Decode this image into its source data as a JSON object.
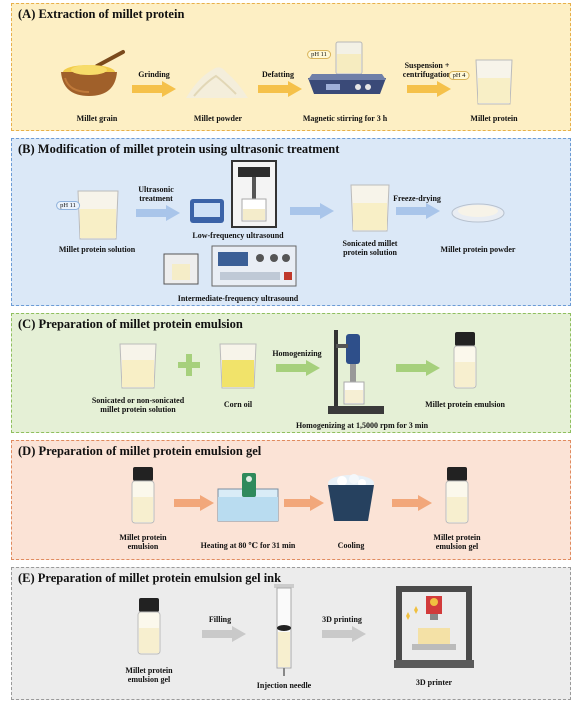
{
  "panels": {
    "a": {
      "title": "(A) Extraction of millet protein",
      "grinding": "Grinding",
      "defatting": "Defatting",
      "suspension": "Suspension +",
      "centrifugation": "centrifugation",
      "ph11": "pH 11",
      "ph4": "pH 4",
      "millet_grain": "Millet grain",
      "millet_powder": "Millet powder",
      "magnetic": "Magnetic stirring for 3 h",
      "millet_protein": "Millet protein"
    },
    "b": {
      "title": "(B) Modification of millet protein using ultrasonic treatment",
      "ph11": "pH 11",
      "ultrasonic_1": "Ultrasonic",
      "ultrasonic_2": "treatment",
      "solution": "Millet protein solution",
      "low_freq": "Low-frequency ultrasound",
      "intermediate": "Intermediate-frequency ultrasound",
      "sonicated_1": "Sonicated millet",
      "sonicated_2": "protein solution",
      "freeze": "Freeze-drying",
      "powder": "Millet protein powder"
    },
    "c": {
      "title": "(C) Preparation of millet protein emulsion",
      "sonicated_1": "Sonicated or non-sonicated",
      "sonicated_2": "millet protein solution",
      "corn_oil": "Corn oil",
      "homogenizing": "Homogenizing",
      "homog_detail": "Homogenizing at 1,5000 rpm for 3 min",
      "emulsion": "Millet protein emulsion"
    },
    "d": {
      "title": "(D) Preparation of millet protein emulsion gel",
      "mpe_1": "Millet protein",
      "mpe_2": "emulsion",
      "heating": "Heating at 80 ℃ for 31 min",
      "cooling": "Cooling",
      "gel_1": "Millet protein",
      "gel_2": "emulsion gel"
    },
    "e": {
      "title": "(E) Preparation of millet protein emulsion gel ink",
      "gel_1": "Millet protein",
      "gel_2": "emulsion gel",
      "filling": "Filling",
      "needle": "Injection needle",
      "printing": "3D printing",
      "printer": "3D printer"
    }
  },
  "colors": {
    "a_bg": "#fdefc4",
    "a_border": "#e8b04a",
    "b_bg": "#dbe8f7",
    "b_border": "#6b9bd6",
    "c_bg": "#e5f0d6",
    "c_border": "#8fbf5e",
    "d_bg": "#fbe3d6",
    "d_border": "#e08a5e",
    "e_bg": "#ececec",
    "e_border": "#9a9a9a",
    "arrow_a": "#f5c14a",
    "arrow_b": "#a9c5ea",
    "arrow_c": "#a6d07c",
    "arrow_d": "#f2a77a",
    "arrow_e": "#c9c9c9"
  }
}
